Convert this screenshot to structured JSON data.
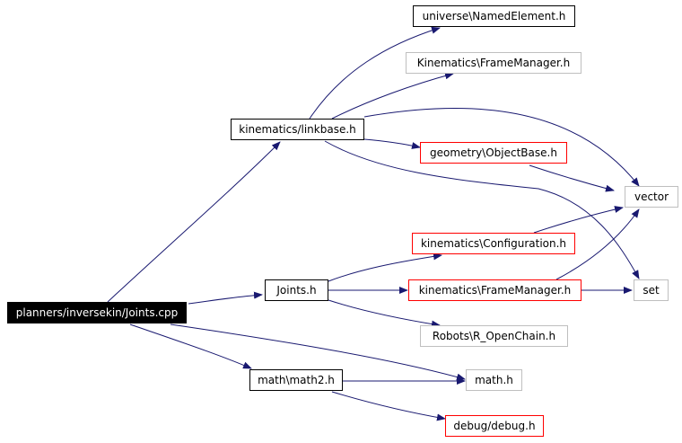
{
  "colors": {
    "edge": "#191970",
    "border_black": "#000000",
    "border_red": "#ff0000",
    "border_grey": "#bfbfbf",
    "root_fill": "#000000",
    "root_text": "#ffffff"
  },
  "nodes": {
    "root": "planners/inversekin/Joints.cpp",
    "named_element": "universe\\NamedElement.h",
    "kin_frame_manager_1": "Kinematics\\FrameManager.h",
    "linkbase": "kinematics/linkbase.h",
    "object_base": "geometry\\ObjectBase.h",
    "vector": "vector",
    "configuration": "kinematics\\Configuration.h",
    "joints_h": "Joints.h",
    "kin_frame_manager_2": "kinematics\\FrameManager.h",
    "set": "set",
    "r_open_chain": "Robots\\R_OpenChain.h",
    "math2": "math\\math2.h",
    "math_h": "math.h",
    "debug": "debug/debug.h"
  }
}
